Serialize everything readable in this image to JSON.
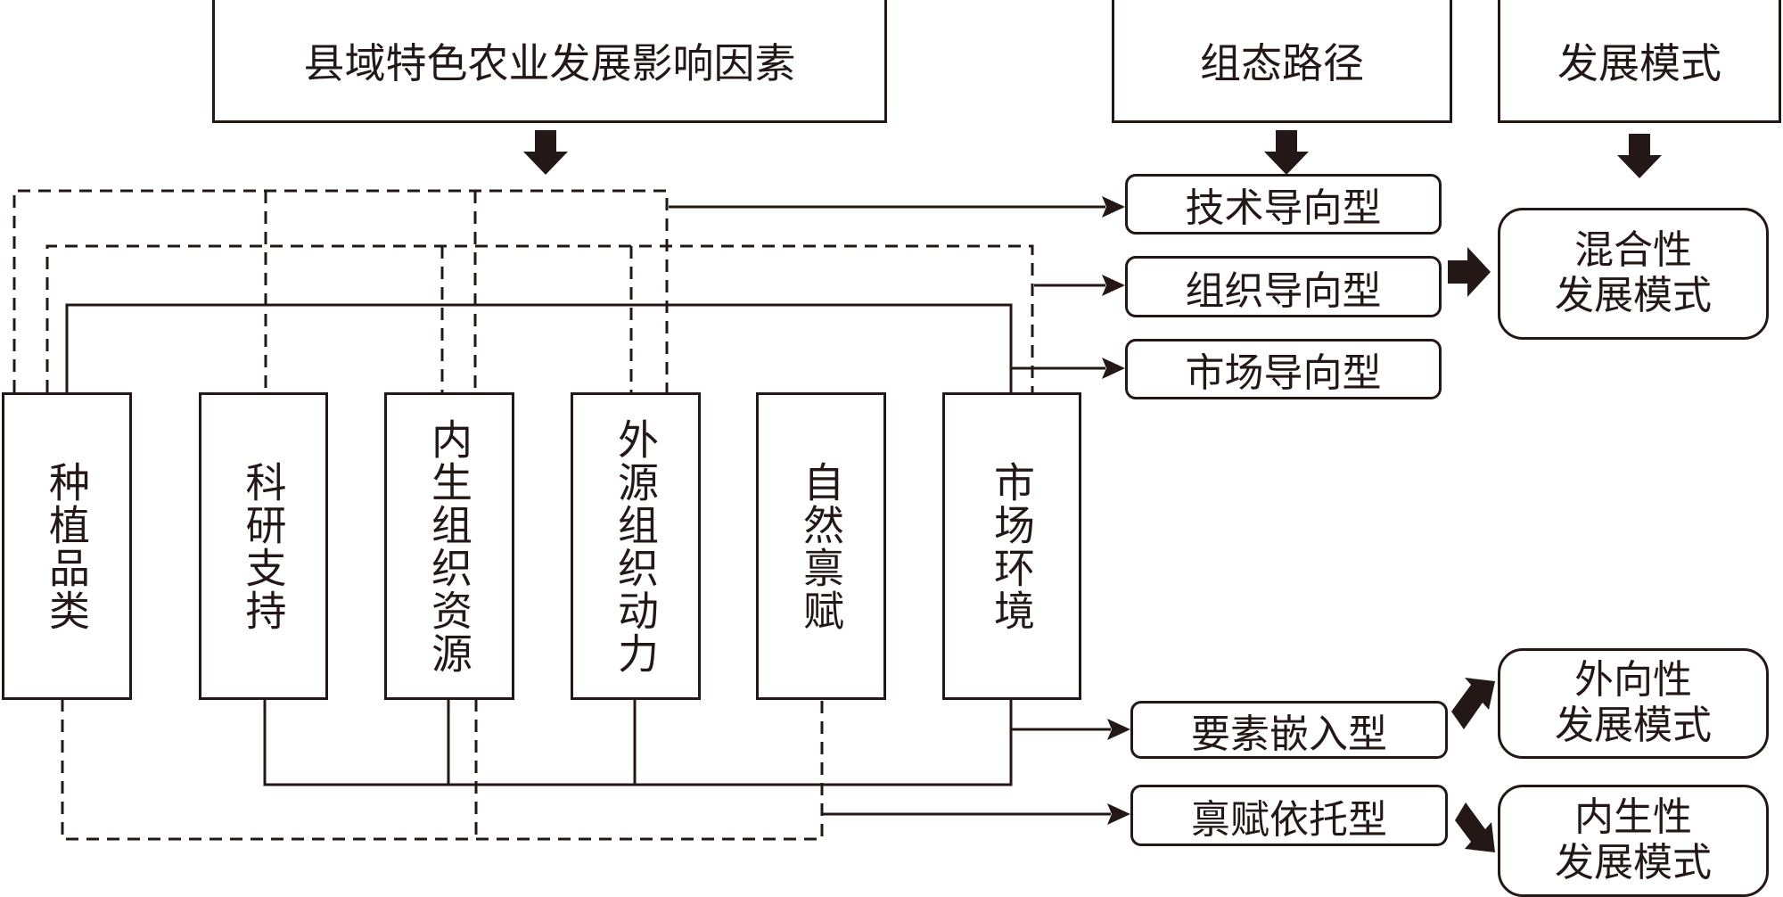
{
  "headers": {
    "factors": "县域特色农业发展影响因素",
    "paths": "组态路径",
    "modes": "发展模式"
  },
  "factors": [
    "种植品类",
    "科研支持",
    "内生组织资源",
    "外源组织动力",
    "自然禀赋",
    "市场环境"
  ],
  "paths": [
    "技术导向型",
    "组织导向型",
    "市场导向型",
    "要素嵌入型",
    "禀赋依托型"
  ],
  "modes": [
    {
      "line1": "混合性",
      "line2": "发展模式"
    },
    {
      "line1": "外向性",
      "line2": "发展模式"
    },
    {
      "line1": "内生性",
      "line2": "发展模式"
    }
  ],
  "colors": {
    "ink": "#231815",
    "background": "#ffffff"
  }
}
